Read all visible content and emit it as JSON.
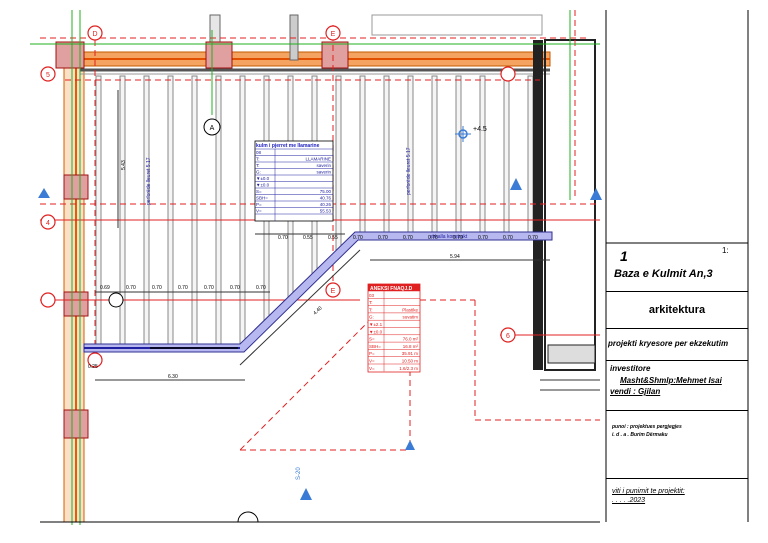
{
  "plan": {
    "axes": [
      "D",
      "E",
      "5",
      "4",
      "6",
      "A",
      "E"
    ],
    "level_mark": "+4.5",
    "rib_label_left": "perforëde lleuret 5.17",
    "rib_label_right": "perforëde lleuret 5.17",
    "landing_label": "shkalla konstrukt",
    "dims_top": [
      "0.70",
      "0.55",
      "0.55",
      "0.70",
      "0.70",
      "0.70",
      "0.70",
      "0.70",
      "0.70",
      "0.70",
      "0.70"
    ],
    "dims_mid": [
      "0.69",
      "0.70",
      "0.70",
      "0.70",
      "0.70",
      "0.70",
      "0.70"
    ],
    "dim_diag": "4.40",
    "dim_bottom": "6.30",
    "dim_right": "5.94",
    "dim_vert": "5.43",
    "dim_small": "0.25",
    "section_label": "S-20"
  },
  "table1": {
    "title": "kulm i pjerret me llamarine",
    "rows": [
      {
        "k": "08",
        "v": ""
      },
      {
        "k": "T:",
        "v": "LLAMARINE"
      },
      {
        "k": "T:",
        "v": "saverin"
      },
      {
        "k": "G:",
        "v": "saverin"
      },
      {
        "k": "▼±0.0",
        "v": ""
      },
      {
        "k": "▼±0.0",
        "v": ""
      },
      {
        "k": "S=",
        "v": "75.00"
      },
      {
        "k": "SBH=",
        "v": "40.76"
      },
      {
        "k": "P=",
        "v": "40.26"
      },
      {
        "k": "V=",
        "v": "55.53"
      },
      {
        "k": "",
        "v": ""
      }
    ]
  },
  "table2": {
    "title": "ANEKSI FNAQJ.D",
    "rows": [
      {
        "k": "03",
        "v": ""
      },
      {
        "k": "T:",
        "v": ""
      },
      {
        "k": "T:",
        "v": "Plastike"
      },
      {
        "k": "G:",
        "v": "suvatim"
      },
      {
        "k": "▼±2.1",
        "v": ""
      },
      {
        "k": "▼±0.0",
        "v": ""
      },
      {
        "k": "S=",
        "v": "76.0 m²"
      },
      {
        "k": "SBH=",
        "v": "16.8 m²"
      },
      {
        "k": "P=",
        "v": "35.91 m"
      },
      {
        "k": "V=",
        "v": "10.50 m"
      },
      {
        "k": "V=",
        "v": "1.6/2.3 m"
      }
    ]
  },
  "title_block": {
    "sheet_no": "1",
    "scale": "1:",
    "title": "Baza e Kulmit An,3",
    "discipline": "arkitektura",
    "project_type": "projekti kryesore per ekzekutim",
    "investor_label": "investitore",
    "investor": "Masht&Shmlp:Mehmet Isai",
    "location": "vendi : Gjilan",
    "prepared_label": "punoi   : projektues pergjegjes",
    "prepared_by": "i. d . a . Burim Dërmaku",
    "year_label": "viti i punimit te projektit:",
    "year": ". . . . .2023"
  }
}
